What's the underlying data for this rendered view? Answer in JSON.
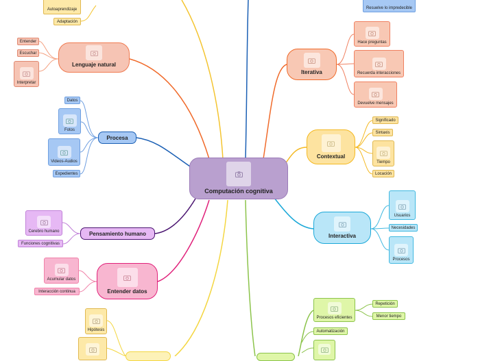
{
  "central": {
    "label": "Computación cognitiva",
    "icon": "image-placeholder-icon"
  },
  "lenguaje": {
    "label": "Lenguaje natural",
    "children": [
      "Entender",
      "Escuchar",
      "Interpretar"
    ]
  },
  "top_left": {
    "children": [
      "Autoaprendizaje",
      "Adaptación"
    ]
  },
  "procesa": {
    "label": "Procesa",
    "children": [
      "Datos",
      "Fotos",
      "Videos-Audios",
      "Expedientes"
    ]
  },
  "pensamiento": {
    "label": "Pensamiento humano",
    "children": [
      "Cerebro humano",
      "Funciones cognitivas"
    ]
  },
  "entender": {
    "label": "Entender datos",
    "children": [
      "Acumular datos",
      "Interacción continua"
    ]
  },
  "bottom_left": {
    "children": [
      "Hipótesis"
    ]
  },
  "top_right": {
    "children": [
      "Resuelve lo impredecible"
    ]
  },
  "iterativa": {
    "label": "Iterativa",
    "children": [
      "Hace preguntas",
      "Recuerda interacciones",
      "Devuelve mensajes"
    ]
  },
  "contextual": {
    "label": "Contextual",
    "children": [
      "Significado",
      "Sintaxis",
      "Tiempo",
      "Locación"
    ]
  },
  "interactiva": {
    "label": "Interactiva",
    "children": [
      "Usuarios",
      "Necesidades",
      "Procesos"
    ]
  },
  "procesos": {
    "label": "Procesos eficientes",
    "children": [
      "Repetición",
      "Menor tiempo"
    ]
  },
  "bottom_right": {
    "children": [
      "Automatización"
    ]
  },
  "colors": {
    "central": "#b9a0cf",
    "lenguaje": "#f6c4b4",
    "procesa": "#a6c8f4",
    "pensamiento": "#e6b8f4",
    "entender": "#f8b6d0",
    "yellow": "#fde9a8",
    "iterativa": "#f8c8b4",
    "interactiva": "#b9e6f8",
    "green": "#dff6a8"
  }
}
